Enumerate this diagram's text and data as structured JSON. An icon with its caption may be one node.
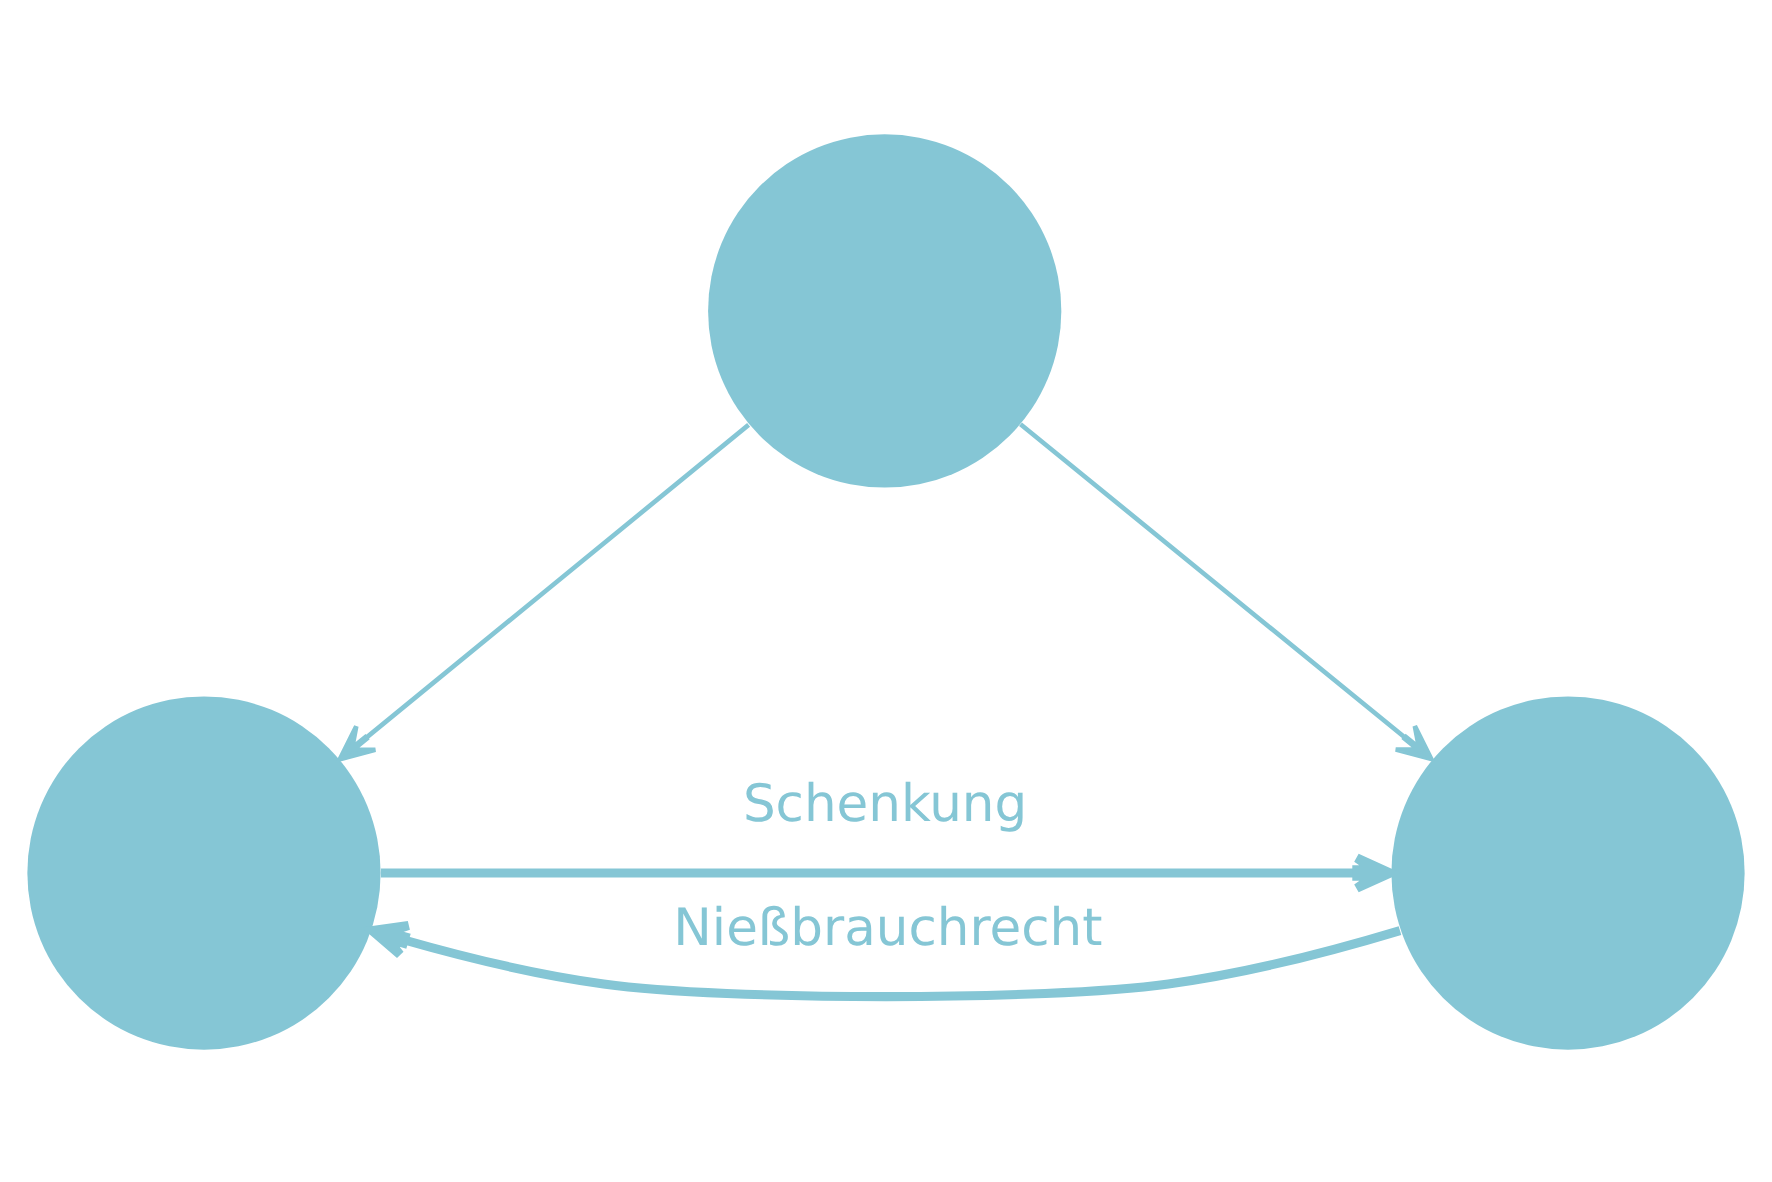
{
  "diagram": {
    "nodes": [
      {
        "text": [],
        "shape": "circle"
      },
      {
        "text": [],
        "shape": "circle"
      },
      {
        "text": [],
        "shape": "circle"
      }
    ],
    "edges": [
      {
        "from": 0,
        "to": 1,
        "arrow": "to"
      },
      {
        "from": 0,
        "to": 2,
        "arrow": "to"
      },
      {
        "from": 1,
        "to": 2,
        "arrow": "to",
        "label": "Schenkung",
        "style": "thick"
      },
      {
        "from": 2,
        "to": 1,
        "arrow": "to",
        "label": "Nießbrauchrecht",
        "style": "thick"
      }
    ]
  }
}
